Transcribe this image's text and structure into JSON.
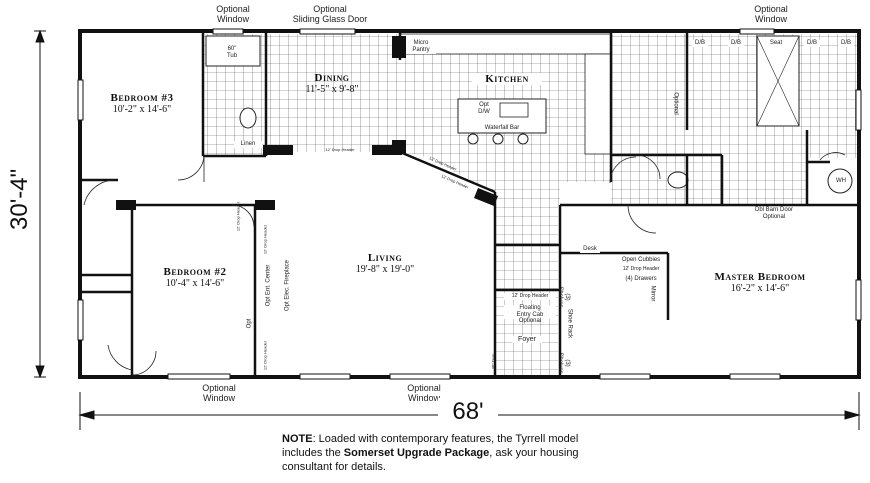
{
  "callouts": {
    "top_window_left": "Optional\nWindow",
    "top_sliding_door": "Optional\nSliding Glass Door",
    "top_window_right": "Optional\nWindow",
    "bottom_window_left": "Optional\nWindow",
    "bottom_window_center": "Optional\nWindow"
  },
  "rooms": {
    "bedroom3": {
      "name": "Bedroom #3",
      "dim": "10'-2\" x 14'-6\""
    },
    "dining": {
      "name": "Dining",
      "dim": "11'-5\" x 9'-8\""
    },
    "kitchen": {
      "name": "Kitchen",
      "dim": ""
    },
    "bedroom2": {
      "name": "Bedroom #2",
      "dim": "10'-4\" x 14'-6\""
    },
    "living": {
      "name": "Living",
      "dim": "19'-8\" x 19'-0\""
    },
    "master": {
      "name": "Master Bedroom",
      "dim": "16'-2\" x 14'-6\""
    }
  },
  "fixtures": {
    "tub": "60\"\nTub",
    "linen": "Linen",
    "micro_pantry": "Micro\nPantry",
    "opt_dw": "Opt\nD/W",
    "waterfall_bar": "Waterfall Bar",
    "db1": "D/B",
    "db2": "D/B",
    "db3": "D/B",
    "db4": "D/B",
    "seat": "Seat",
    "wh": "WH",
    "optional_side": "Optional",
    "dbl_barn_door": "Dbl Barn Door\nOptional",
    "desk": "Desk",
    "open_cubbies": "Open Cubbies",
    "four_drawers": "(4) Drawers",
    "mirror": "Mirror",
    "drop_header_1": "12' Drop Header",
    "floating_entry": "Floating\nEntry Cab",
    "entry_optional": "Optional",
    "foyer": "Foyer",
    "shelves1": "(3) Shelves",
    "shelves2": "(3) Shelves",
    "shoe_rack": "Shoe Rack",
    "opt_fireplace": "Opt Elec. Fireplace",
    "opt_ent": "Opt Ent. Center",
    "opt": "Opt",
    "drop_header_living": "12' Drop Header",
    "drop_header_living2": "12' Drop Header",
    "drop_header_dining": "12' Drop Header",
    "drop_header_angle": "12' Drop Header",
    "drop_header_angle2": "12' Drop Header",
    "drop_header_cubbies": "12' Drop Header",
    "drop_header_bed2": "12' Drop Header",
    "drop_header_foyer": "36\" Drop"
  },
  "dimensions": {
    "width": "68'",
    "depth": "30'-4\""
  },
  "note": {
    "label": "NOTE",
    "text1": ": Loaded with contemporary features, the Tyrrell model includes the ",
    "package": "Somerset Upgrade Package",
    "text2": ", ask your housing consultant for details."
  }
}
